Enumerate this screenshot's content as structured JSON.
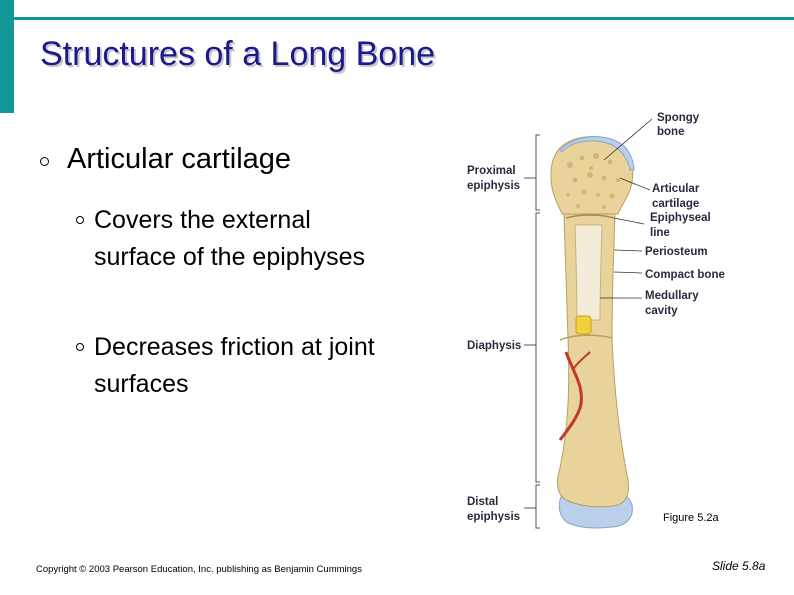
{
  "slide": {
    "title": "Structures of a Long Bone",
    "bullets": {
      "main": "Articular cartilage",
      "sub": [
        "Covers the external surface of the epiphyses",
        "Decreases friction at joint surfaces"
      ]
    },
    "copyright": "Copyright © 2003 Pearson Education, Inc. publishing as Benjamin Cummings",
    "slide_number": "Slide 5.8a"
  },
  "figure": {
    "caption": "Figure 5.2a",
    "left_labels": {
      "proximal_1": "Proximal",
      "proximal_2": "epiphysis",
      "diaphysis": "Diaphysis",
      "distal_1": "Distal",
      "distal_2": "epiphysis"
    },
    "right_labels": {
      "spongy_1": "Spongy",
      "spongy_2": "bone",
      "articular_1": "Articular",
      "articular_2": "cartilage",
      "epiphyseal_1": "Epiphyseal",
      "epiphyseal_2": "line",
      "periosteum": "Periosteum",
      "compact": "Compact bone",
      "medullary_1": "Medullary",
      "medullary_2": "cavity"
    }
  },
  "colors": {
    "accent": "#139696",
    "title": "#1a1a8c",
    "bone": "#e8d39a",
    "cartilage": "#b9cfea",
    "artery": "#c0392b"
  }
}
